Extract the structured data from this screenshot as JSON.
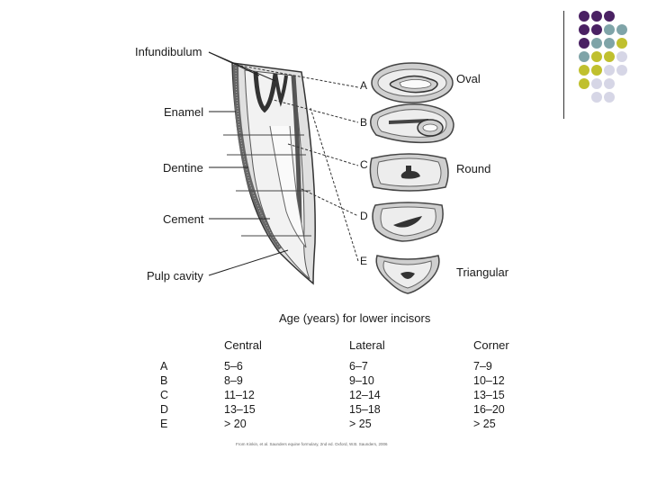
{
  "labels": {
    "infundibulum": "Infundibulum",
    "enamel": "Enamel",
    "dentine": "Dentine",
    "cement": "Cement",
    "pulp_cavity": "Pulp cavity"
  },
  "sections": [
    {
      "letter": "A",
      "shape": "Oval"
    },
    {
      "letter": "B",
      "shape": ""
    },
    {
      "letter": "C",
      "shape": "Round"
    },
    {
      "letter": "D",
      "shape": ""
    },
    {
      "letter": "E",
      "shape": "Triangular"
    }
  ],
  "table": {
    "title": "Age (years) for lower incisors",
    "columns": [
      "Central",
      "Lateral",
      "Corner"
    ],
    "rows": [
      {
        "letter": "A",
        "values": [
          "5–6",
          "6–7",
          "7–9"
        ]
      },
      {
        "letter": "B",
        "values": [
          "8–9",
          "9–10",
          "10–12"
        ]
      },
      {
        "letter": "C",
        "values": [
          "11–12",
          "12–14",
          "13–15"
        ]
      },
      {
        "letter": "D",
        "values": [
          "13–15",
          "15–18",
          "16–20"
        ]
      },
      {
        "letter": "E",
        "values": [
          "> 20",
          "> 25",
          "> 25"
        ]
      }
    ]
  },
  "credit": "From Kinkin, et al. Saunders equine formulary, 2nd ed. Oxford, W.B. Saunders, 2006",
  "colors": {
    "purple": "#4a2163",
    "teal": "#7fa4a8",
    "olive": "#c0c02e",
    "lavender": "#d6d6e6",
    "tooth_gray": "#d9d9d9",
    "dark_gray": "#555555"
  }
}
